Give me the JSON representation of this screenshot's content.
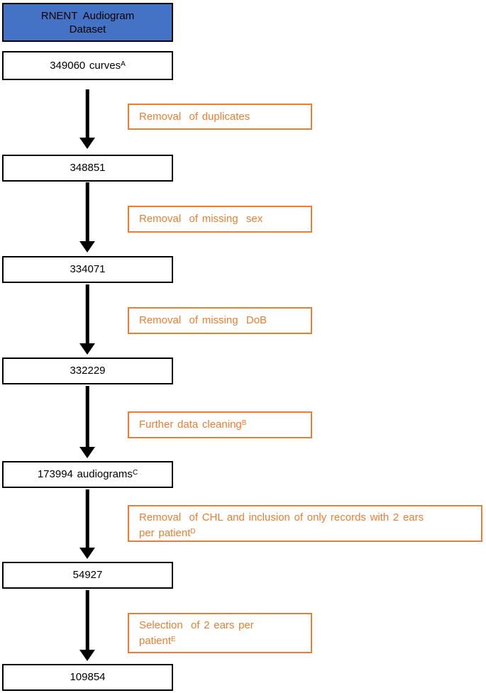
{
  "colors": {
    "header_fill": "#4472C4",
    "box_border": "#000000",
    "accent_orange": "#ED7D31",
    "background": "#ffffff"
  },
  "flow": {
    "header": {
      "text": "RNENT  Audiogram\nDataset"
    },
    "nodes": [
      {
        "text": "349060 curves",
        "sup": "A"
      },
      {
        "text": "348851"
      },
      {
        "text": "334071"
      },
      {
        "text": "332229"
      },
      {
        "text": "173994 audiograms",
        "sup": "C"
      },
      {
        "text": "54927"
      },
      {
        "text": "109854"
      }
    ],
    "steps": [
      {
        "text": "Removal  of duplicates"
      },
      {
        "text": "Removal  of missing  sex"
      },
      {
        "text": "Removal  of missing  DoB"
      },
      {
        "text": "Further data cleaning",
        "sup": "B"
      },
      {
        "text": "Removal  of CHL and inclusion of only records with 2 ears\nper patient",
        "sup": "D"
      },
      {
        "text": "Selection  of 2 ears per\npatient",
        "sup": "E"
      }
    ]
  }
}
